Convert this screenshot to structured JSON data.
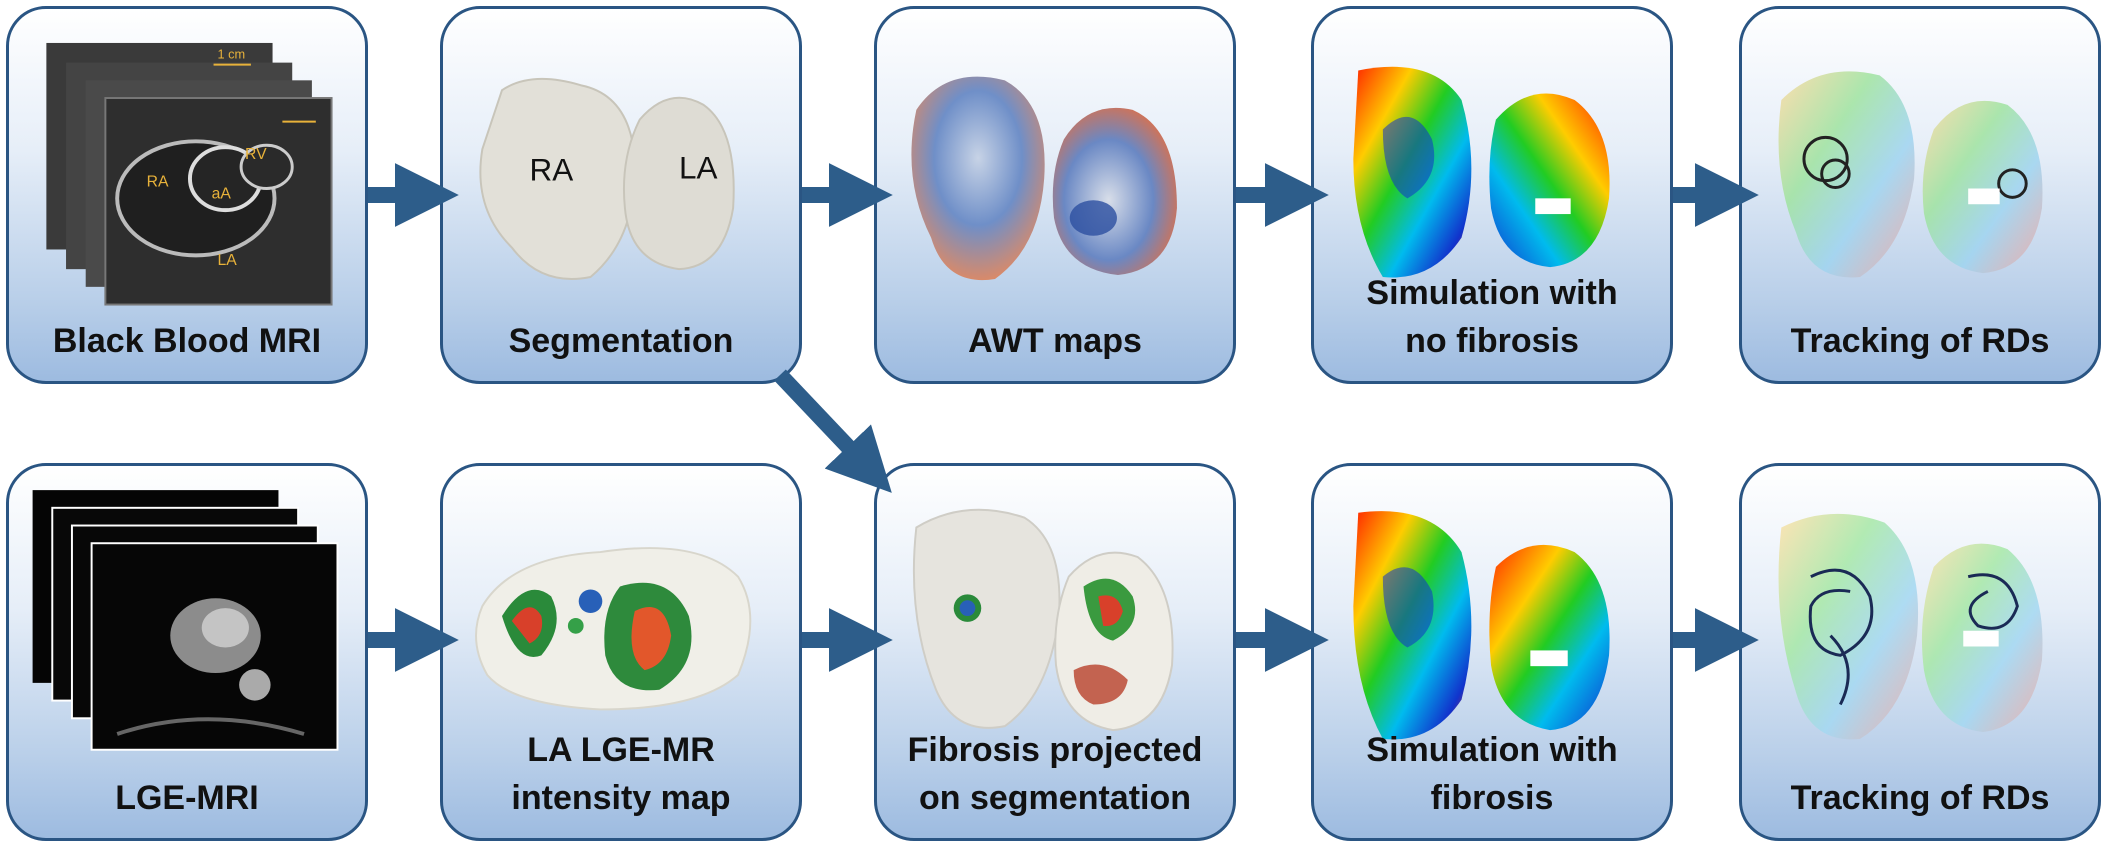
{
  "row1": {
    "box1": {
      "label": "Black Blood MRI",
      "annotations": {
        "ra": "RA",
        "rv": "RV",
        "aa": "aA",
        "la": "LA",
        "scale": "1 cm"
      }
    },
    "box2": {
      "label": "Segmentation",
      "annotations": {
        "ra": "RA",
        "la": "LA"
      }
    },
    "box3": {
      "label": "AWT maps"
    },
    "box4": {
      "label_line1": "Simulation with",
      "label_line2": "no fibrosis"
    },
    "box5": {
      "label": "Tracking  of RDs"
    }
  },
  "row2": {
    "box1": {
      "label": "LGE-MRI"
    },
    "box2": {
      "label_line1": "LA LGE-MR",
      "label_line2": "intensity map"
    },
    "box3": {
      "label_line1": "Fibrosis projected",
      "label_line2": "on segmentation"
    },
    "box4": {
      "label_line1": "Simulation with",
      "label_line2": "fibrosis"
    },
    "box5": {
      "label": "Tracking  of RDs"
    }
  },
  "colors": {
    "box_border": "#2a5583",
    "arrow": "#2d5d8a",
    "box_bottom": "#9dbbe0"
  }
}
